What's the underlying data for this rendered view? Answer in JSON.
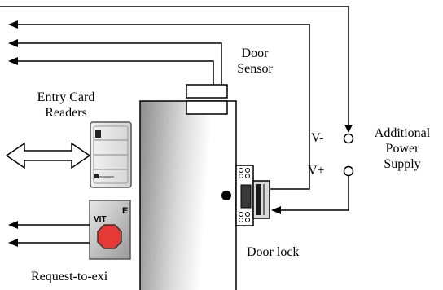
{
  "labels": {
    "door_sensor_line1": "Door",
    "door_sensor_line2": "Sensor",
    "entry_card_line1": "Entry Card",
    "entry_card_line2": "Readers",
    "v_minus": "V-",
    "v_plus": "V+",
    "additional_power_line1": "Additional",
    "additional_power_line2": "Power",
    "additional_power_line3": "Supply",
    "door_lock": "Door lock",
    "request_to_exit": "Request-to-exi",
    "rex_brand": "VIT",
    "rex_corner": "E"
  },
  "colors": {
    "line": "#000000",
    "rex_button_red": "#e53935",
    "door_gradient_dark": "#8c8c8c",
    "door_gradient_light": "#ffffff"
  }
}
